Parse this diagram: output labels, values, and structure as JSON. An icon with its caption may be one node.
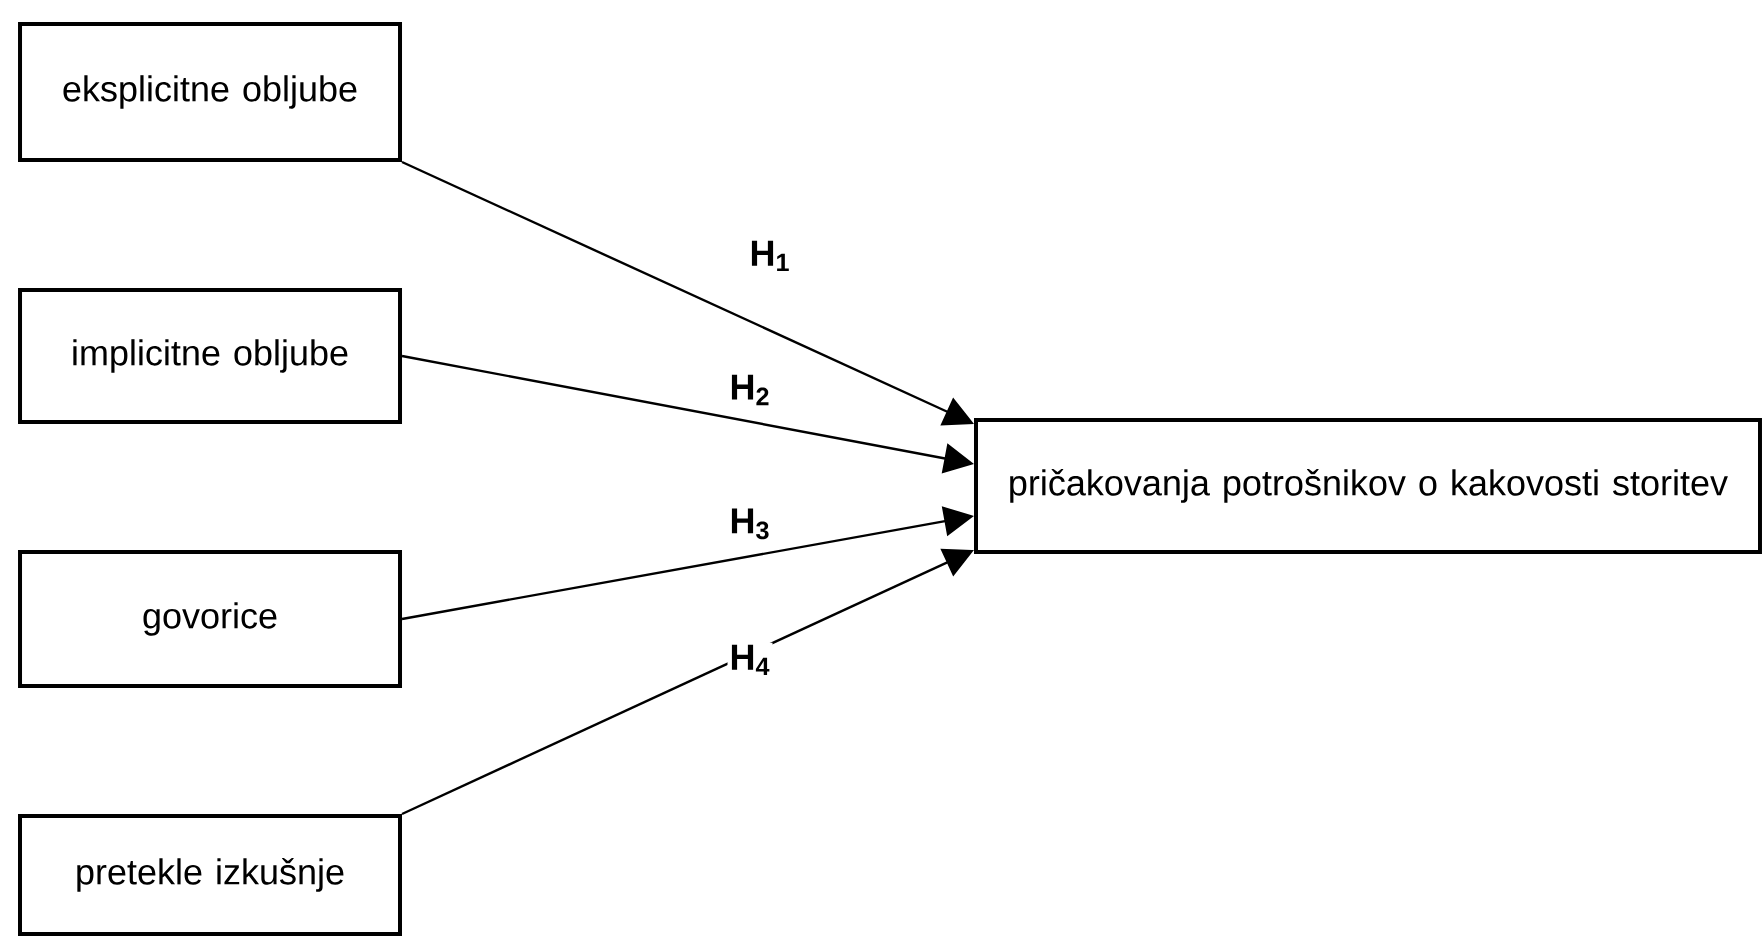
{
  "diagram": {
    "nodes": [
      {
        "text": [
          "eksplicitne obljube"
        ]
      },
      {
        "text": [
          "implicitne obljube"
        ]
      },
      {
        "text": [
          "govorice"
        ]
      },
      {
        "text": [
          "pretekle izkušnje"
        ]
      },
      {
        "text": [
          "pričakovanja potrošnikov o kakovosti storitev"
        ]
      }
    ],
    "edges": [
      {
        "from": 0,
        "to": 4,
        "arrow": "to",
        "label": "H$_{1}$"
      },
      {
        "from": 1,
        "to": 4,
        "arrow": "to",
        "label": "H$_{2}$"
      },
      {
        "from": 2,
        "to": 4,
        "arrow": "to",
        "label": "H$_{3}$"
      },
      {
        "from": 3,
        "to": 4,
        "arrow": "to",
        "label": "H$_{4}$"
      }
    ]
  }
}
